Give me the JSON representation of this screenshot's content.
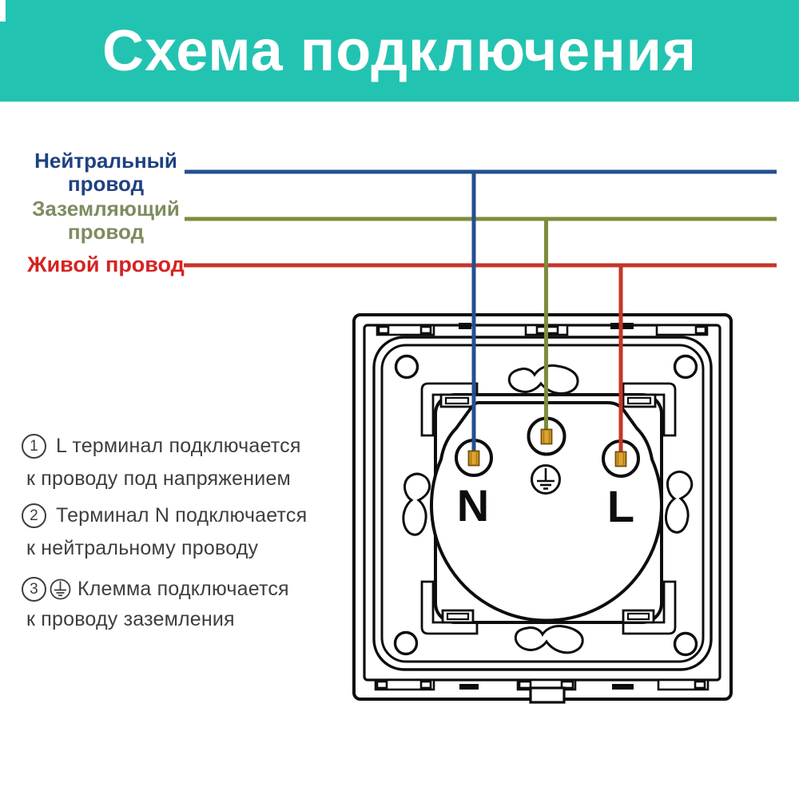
{
  "header": {
    "title": "Схема подключения",
    "background_color": "#23c3b1",
    "text_color": "#ffffff"
  },
  "wire_labels": [
    {
      "id": "neutral",
      "lines": [
        "Нейтральный",
        "провод"
      ],
      "text_color": "#1e4180",
      "wire_color": "#24508f"
    },
    {
      "id": "ground",
      "lines": [
        "Заземляющий",
        "провод"
      ],
      "text_color": "#7e8c60",
      "wire_color": "#7d8c3c"
    },
    {
      "id": "live",
      "lines": [
        "Живой провод",
        ""
      ],
      "text_color": "#d42322",
      "wire_color": "#c63529"
    }
  ],
  "socket": {
    "terminal_left_label": "N",
    "terminal_right_label": "L",
    "line_color": "#0d0d0d",
    "clamp_color": "#e1a32c"
  },
  "instructions": [
    {
      "number": "1",
      "line1": "L терминал подключается",
      "line2": "к проводу под напряжением"
    },
    {
      "number": "2",
      "line1": "Терминал N подключается",
      "line2": "к нейтральному проводу"
    },
    {
      "number": "3",
      "line1": "Клемма подключается",
      "line2": "к проводу заземления"
    }
  ]
}
